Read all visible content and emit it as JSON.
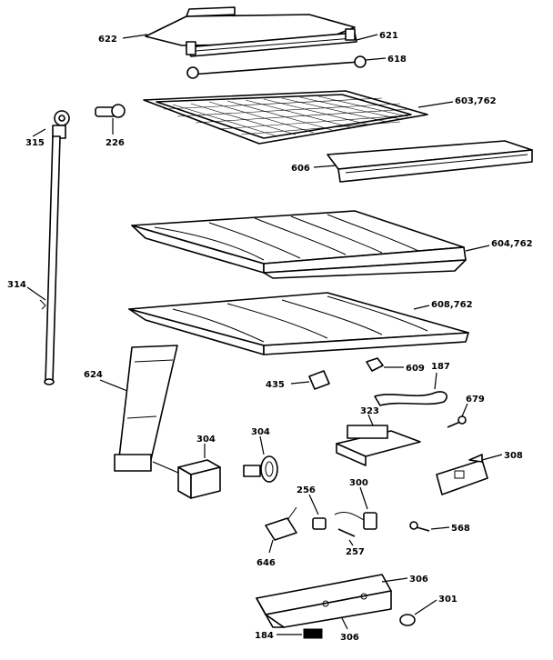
{
  "labels": {
    "l622": "622",
    "l621": "621",
    "l618": "618",
    "l603": "603,762",
    "l315": "315",
    "l226": "226",
    "l606": "606",
    "l604": "604,762",
    "l314": "314",
    "l608": "608,762",
    "l624": "624",
    "l435": "435",
    "l609": "609",
    "l187": "187",
    "l679": "679",
    "l304a": "304",
    "l304b": "304",
    "l323": "323",
    "l308a": "308",
    "l256": "256",
    "l300": "300",
    "l646": "646",
    "l257": "257",
    "l568": "568",
    "l306a": "306",
    "l301": "301",
    "l184": "184",
    "l306b": "306"
  }
}
